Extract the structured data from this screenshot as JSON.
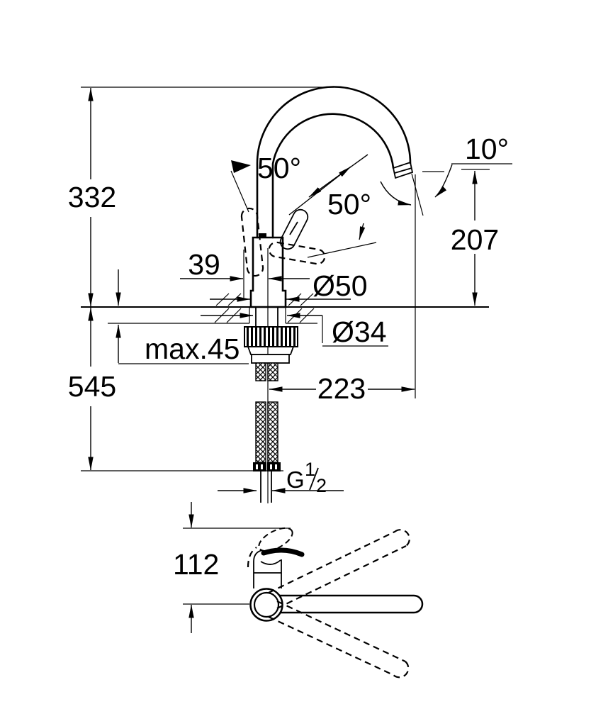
{
  "drawing": {
    "type": "technical-dimension-drawing",
    "subject": "single-lever kitchen mixer tap with high C-spout, front view and lever top view",
    "colors": {
      "line": "#000000",
      "background": "#ffffff"
    },
    "front_view": {
      "overall_height": "332",
      "height_below_deck": "545",
      "deck_thickness_max": "max.45",
      "handle_to_center": "39",
      "body_diameter": "Ø50",
      "hole_diameter": "Ø34",
      "spout_reach": "223",
      "outlet_height": "207",
      "outlet_angle": "10°",
      "handle_angle_left": "50°",
      "handle_angle_right": "50°",
      "thread_prefix": "G",
      "thread_numerator": "1",
      "thread_denominator": "2"
    },
    "top_view": {
      "lever_swing_width": "112"
    }
  }
}
